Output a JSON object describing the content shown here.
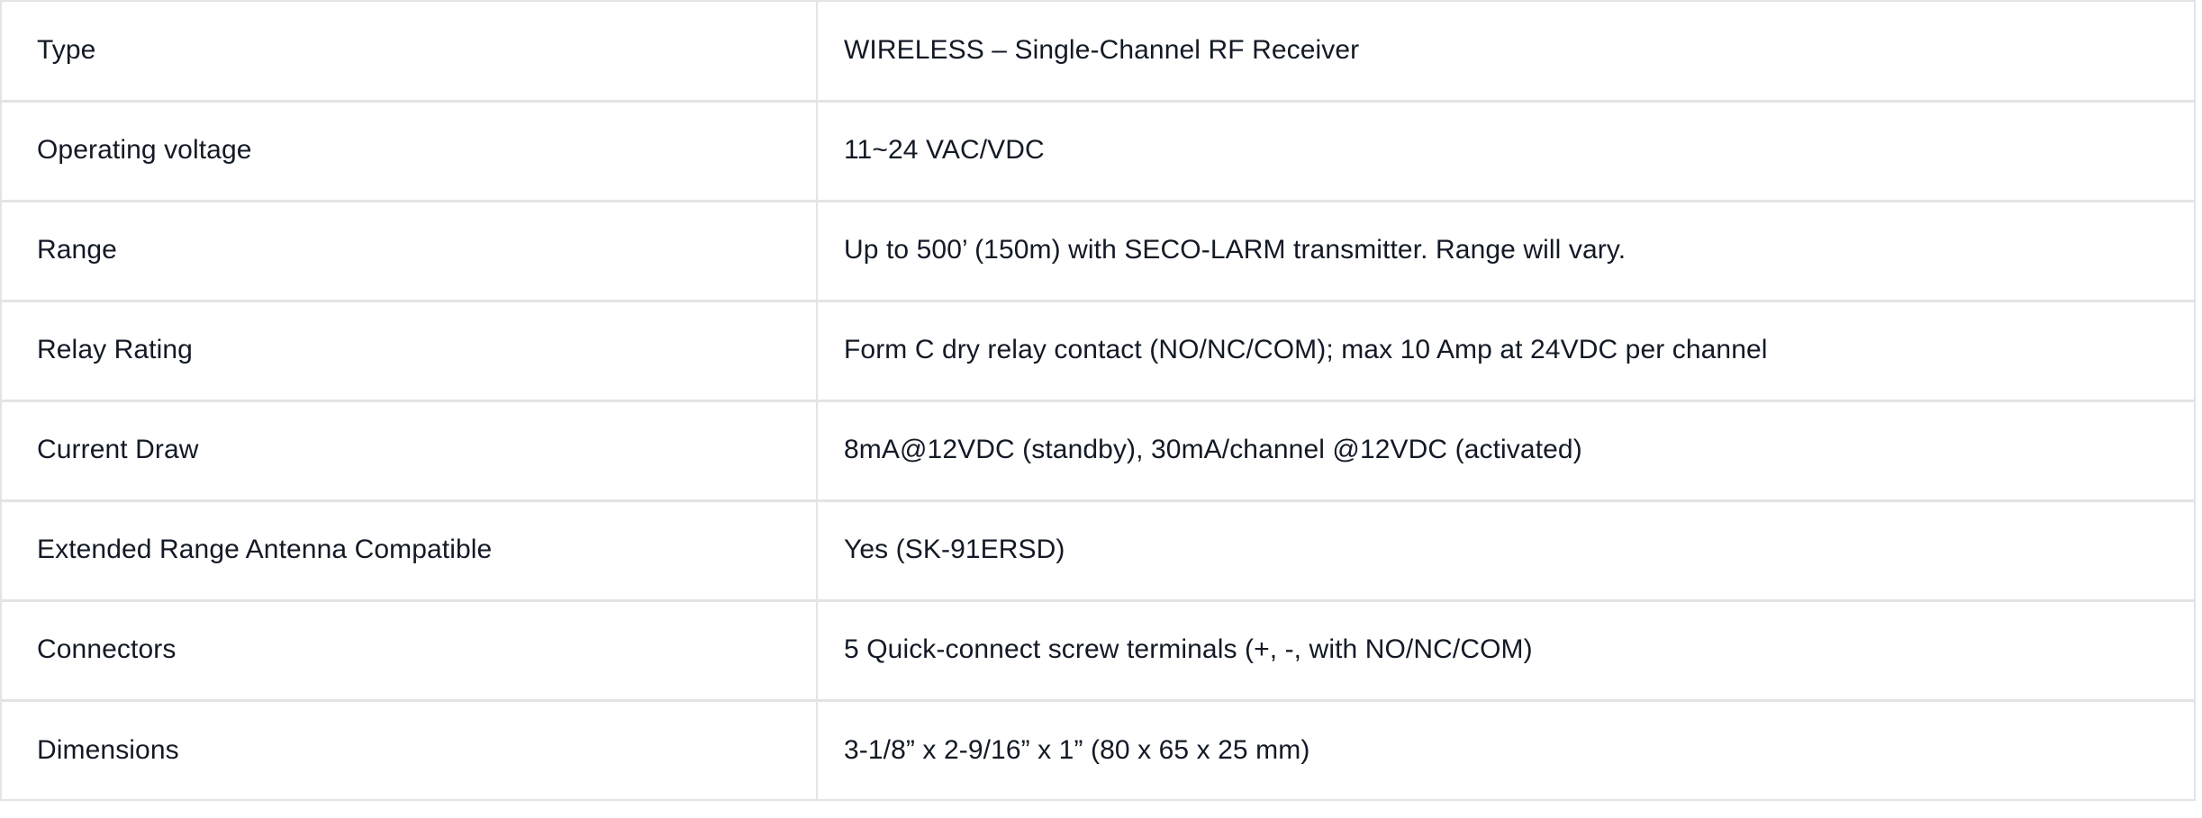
{
  "table": {
    "type": "specification-table",
    "column_count": 2,
    "row_count": 8,
    "colors": {
      "text": "#131a26",
      "border": "#e3e4e6",
      "background": "#ffffff"
    },
    "rows": [
      {
        "label": "Type",
        "value": "WIRELESS – Single-Channel RF Receiver"
      },
      {
        "label": "Operating voltage",
        "value": "11~24 VAC/VDC"
      },
      {
        "label": "Range",
        "value": "Up to 500’ (150m) with SECO-LARM transmitter. Range will vary."
      },
      {
        "label": "Relay Rating",
        "value": "Form C dry relay contact (NO/NC/COM); max 10 Amp at 24VDC per channel"
      },
      {
        "label": "Current Draw",
        "value": "8mA@12VDC (standby), 30mA/channel @12VDC (activated)"
      },
      {
        "label": "Extended Range Antenna Compatible",
        "value": "Yes (SK-91ERSD)"
      },
      {
        "label": "Connectors",
        "value": "5 Quick-connect screw terminals (+, -, with NO/NC/COM)"
      },
      {
        "label": "Dimensions",
        "value": "3-1/8” x 2-9/16” x 1” (80 x 65 x 25 mm)"
      }
    ]
  }
}
